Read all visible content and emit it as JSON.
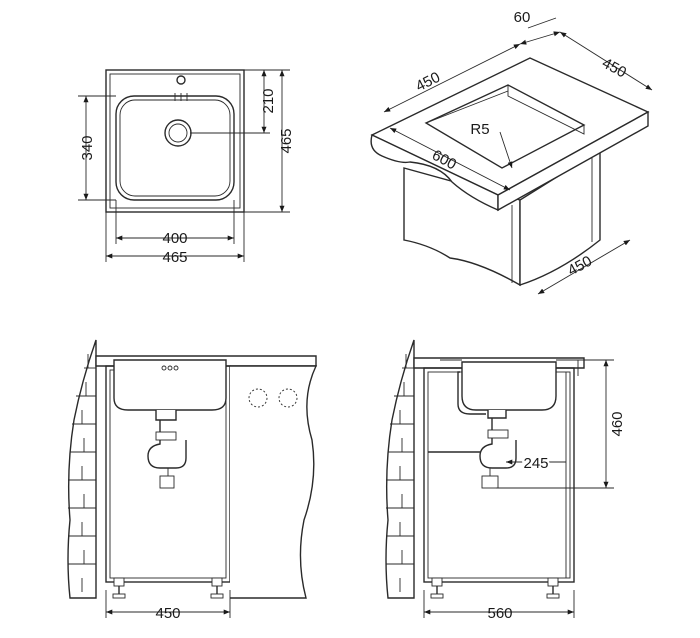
{
  "top_view": {
    "dim_width_inner": "400",
    "dim_width_outer": "465",
    "dim_depth_inner": "340",
    "dim_depth_outer": "465",
    "dim_drain_offset": "210"
  },
  "cabinet_view": {
    "dim_depth_a": "60",
    "dim_width_b": "450",
    "dim_depth_c": "450",
    "dim_radius": "R5",
    "dim_length": "600",
    "dim_base": "450"
  },
  "front_view": {
    "dim_cabinet_width": "450"
  },
  "side_view": {
    "dim_cabinet_width": "560",
    "dim_height": "460",
    "dim_trap": "245"
  }
}
